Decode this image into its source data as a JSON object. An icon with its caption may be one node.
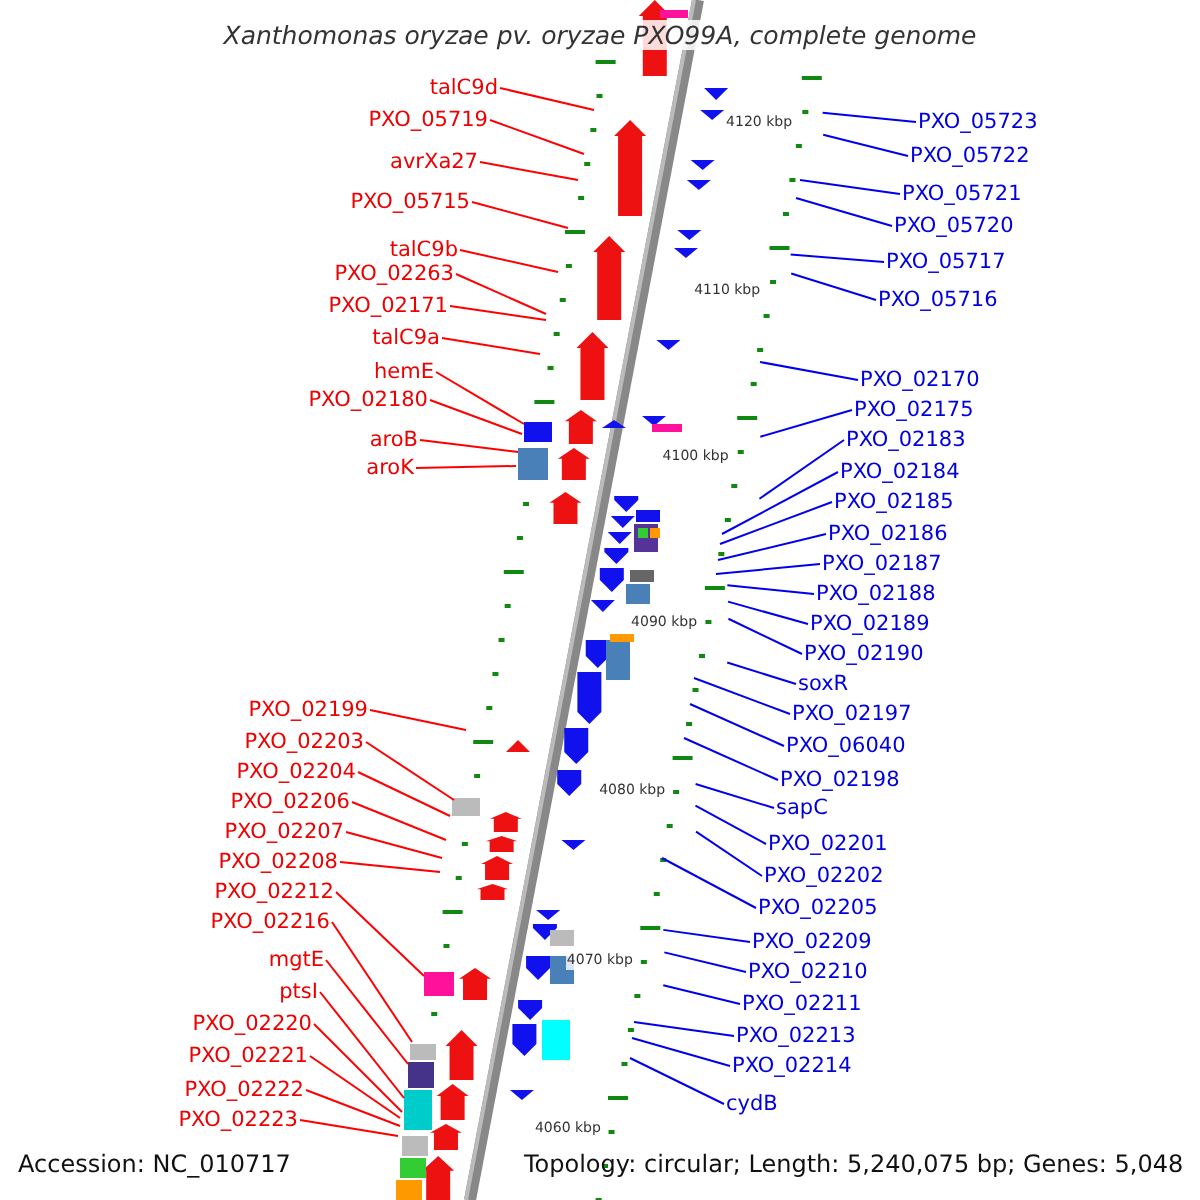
{
  "diagram": {
    "title": "Xanthomonas oryzae pv. oryzae PXO99A, complete genome",
    "nodes": [
      {
        "text": [
          "talC9d"
        ]
      },
      {
        "text": [
          "PXO_05719"
        ]
      },
      {
        "text": [
          "avrXa27"
        ]
      },
      {
        "text": [
          "PXO_05715"
        ]
      },
      {
        "text": [
          "talC9b"
        ]
      },
      {
        "text": [
          "PXO_02263"
        ]
      },
      {
        "text": [
          "PXO_02171"
        ]
      },
      {
        "text": [
          "talC9a"
        ]
      },
      {
        "text": [
          "hemE"
        ]
      },
      {
        "text": [
          "PXO_02180"
        ]
      },
      {
        "text": [
          "aroB"
        ]
      },
      {
        "text": [
          "aroK"
        ]
      },
      {
        "text": [
          "PXO_02199"
        ]
      },
      {
        "text": [
          "PXO_02203"
        ]
      },
      {
        "text": [
          "PXO_02204"
        ]
      },
      {
        "text": [
          "PXO_02206"
        ]
      },
      {
        "text": [
          "PXO_02207"
        ]
      },
      {
        "text": [
          "PXO_02208"
        ]
      },
      {
        "text": [
          "PXO_02212"
        ]
      },
      {
        "text": [
          "PXO_02216"
        ]
      },
      {
        "text": [
          "mgtE"
        ]
      },
      {
        "text": [
          "ptsI"
        ]
      },
      {
        "text": [
          "PXO_02220"
        ]
      },
      {
        "text": [
          "PXO_02221"
        ]
      },
      {
        "text": [
          "PXO_02222"
        ]
      },
      {
        "text": [
          "PXO_02223"
        ]
      },
      {
        "text": [
          "PXO_05723"
        ]
      },
      {
        "text": [
          "PXO_05722"
        ]
      },
      {
        "text": [
          "PXO_05721"
        ]
      },
      {
        "text": [
          "PXO_05720"
        ]
      },
      {
        "text": [
          "PXO_05717"
        ]
      },
      {
        "text": [
          "PXO_05716"
        ]
      },
      {
        "text": [
          "PXO_02170"
        ]
      },
      {
        "text": [
          "PXO_02175"
        ]
      },
      {
        "text": [
          "PXO_02183"
        ]
      },
      {
        "text": [
          "PXO_02184"
        ]
      },
      {
        "text": [
          "PXO_02185"
        ]
      },
      {
        "text": [
          "PXO_02186"
        ]
      },
      {
        "text": [
          "PXO_02187"
        ]
      },
      {
        "text": [
          "PXO_02188"
        ]
      },
      {
        "text": [
          "PXO_02189"
        ]
      },
      {
        "text": [
          "PXO_02190"
        ]
      },
      {
        "text": [
          "soxR"
        ]
      },
      {
        "text": [
          "PXO_02197"
        ]
      },
      {
        "text": [
          "PXO_06040"
        ]
      },
      {
        "text": [
          "PXO_02198"
        ]
      },
      {
        "text": [
          "sapC"
        ]
      },
      {
        "text": [
          "PXO_02201"
        ]
      },
      {
        "text": [
          "PXO_02202"
        ]
      },
      {
        "text": [
          "PXO_02205"
        ]
      },
      {
        "text": [
          "PXO_02209"
        ]
      },
      {
        "text": [
          "PXO_02210"
        ]
      },
      {
        "text": [
          "PXO_02211"
        ]
      },
      {
        "text": [
          "PXO_02213"
        ]
      },
      {
        "text": [
          "PXO_02214"
        ]
      },
      {
        "text": [
          "cydB"
        ]
      }
    ],
    "edges": [
      {
        "from": 0,
        "to": null,
        "arrow": "none",
        "color": "#ff0000"
      },
      {
        "from": 1,
        "to": null,
        "arrow": "none",
        "color": "#ff0000"
      },
      {
        "from": 2,
        "to": null,
        "arrow": "none",
        "color": "#ff0000"
      },
      {
        "from": 3,
        "to": null,
        "arrow": "none",
        "color": "#ff0000"
      },
      {
        "from": 4,
        "to": null,
        "arrow": "none",
        "color": "#ff0000"
      },
      {
        "from": 5,
        "to": null,
        "arrow": "none",
        "color": "#ff0000"
      },
      {
        "from": 6,
        "to": null,
        "arrow": "none",
        "color": "#ff0000"
      },
      {
        "from": 7,
        "to": null,
        "arrow": "none",
        "color": "#ff0000"
      },
      {
        "from": 8,
        "to": null,
        "arrow": "none",
        "color": "#ff0000"
      },
      {
        "from": 9,
        "to": null,
        "arrow": "none",
        "color": "#ff0000"
      },
      {
        "from": 10,
        "to": null,
        "arrow": "none",
        "color": "#ff0000"
      },
      {
        "from": 11,
        "to": null,
        "arrow": "none",
        "color": "#ff0000"
      },
      {
        "from": 12,
        "to": null,
        "arrow": "none",
        "color": "#ff0000"
      },
      {
        "from": 13,
        "to": null,
        "arrow": "none",
        "color": "#ff0000"
      },
      {
        "from": 14,
        "to": null,
        "arrow": "none",
        "color": "#ff0000"
      },
      {
        "from": 15,
        "to": null,
        "arrow": "none",
        "color": "#ff0000"
      },
      {
        "from": 16,
        "to": null,
        "arrow": "none",
        "color": "#ff0000"
      },
      {
        "from": 17,
        "to": null,
        "arrow": "none",
        "color": "#ff0000"
      },
      {
        "from": 18,
        "to": null,
        "arrow": "none",
        "color": "#ff0000"
      },
      {
        "from": 19,
        "to": null,
        "arrow": "none",
        "color": "#ff0000"
      },
      {
        "from": 20,
        "to": null,
        "arrow": "none",
        "color": "#ff0000"
      },
      {
        "from": 21,
        "to": null,
        "arrow": "none",
        "color": "#ff0000"
      },
      {
        "from": 22,
        "to": null,
        "arrow": "none",
        "color": "#ff0000"
      },
      {
        "from": 23,
        "to": null,
        "arrow": "none",
        "color": "#ff0000"
      },
      {
        "from": 24,
        "to": null,
        "arrow": "none",
        "color": "#ff0000"
      },
      {
        "from": 25,
        "to": null,
        "arrow": "none",
        "color": "#ff0000"
      },
      {
        "from": 26,
        "to": null,
        "arrow": "none"
      },
      {
        "from": 27,
        "to": null,
        "arrow": "none"
      },
      {
        "from": 28,
        "to": null,
        "arrow": "none"
      },
      {
        "from": 29,
        "to": null,
        "arrow": "none"
      },
      {
        "from": 30,
        "to": null,
        "arrow": "none"
      },
      {
        "from": 31,
        "to": null,
        "arrow": "none"
      },
      {
        "from": 32,
        "to": null,
        "arrow": "none"
      },
      {
        "from": 33,
        "to": null,
        "arrow": "none"
      },
      {
        "from": 34,
        "to": null,
        "arrow": "none"
      },
      {
        "from": 35,
        "to": null,
        "arrow": "none"
      },
      {
        "from": 36,
        "to": null,
        "arrow": "none"
      },
      {
        "from": 37,
        "to": null,
        "arrow": "none"
      },
      {
        "from": 38,
        "to": null,
        "arrow": "none"
      },
      {
        "from": 39,
        "to": null,
        "arrow": "none"
      },
      {
        "from": 40,
        "to": null,
        "arrow": "none"
      },
      {
        "from": 41,
        "to": null,
        "arrow": "none"
      },
      {
        "from": 42,
        "to": null,
        "arrow": "none"
      },
      {
        "from": 43,
        "to": null,
        "arrow": "none"
      },
      {
        "from": 44,
        "to": null,
        "arrow": "none"
      },
      {
        "from": 45,
        "to": null,
        "arrow": "none"
      },
      {
        "from": 46,
        "to": null,
        "arrow": "none"
      },
      {
        "from": 47,
        "to": null,
        "arrow": "none"
      },
      {
        "from": 48,
        "to": null,
        "arrow": "none"
      },
      {
        "from": 49,
        "to": null,
        "arrow": "none"
      },
      {
        "from": 50,
        "to": null,
        "arrow": "none"
      },
      {
        "from": 51,
        "to": null,
        "arrow": "none"
      },
      {
        "from": 52,
        "to": null,
        "arrow": "none"
      },
      {
        "from": 53,
        "to": null,
        "arrow": "none"
      },
      {
        "from": 54,
        "to": null,
        "arrow": "none"
      },
      {
        "from": 55,
        "to": null,
        "arrow": "none"
      }
    ],
    "labels": [
      "4120 kbp",
      "4110 kbp",
      "4100 kbp",
      "4090 kbp",
      "4080 kbp",
      "4070 kbp",
      "4060 kbp",
      "Accession: NC_010717",
      "Topology: circular; Length: 5,240,075 bp; Genes: 5,048"
    ]
  }
}
